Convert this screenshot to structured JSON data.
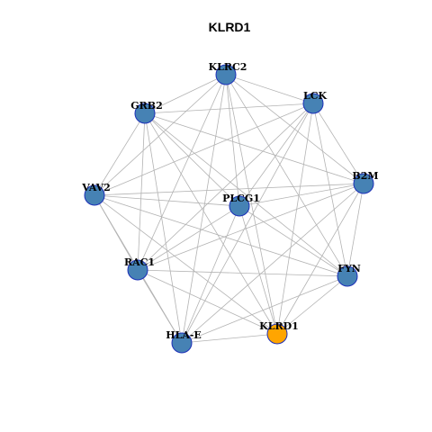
{
  "title": "KLRD1",
  "colors": {
    "default_node": "#4682b4",
    "highlight_node": "#ffa500",
    "node_border": "#1c2fb8",
    "edge": "#b3b3b3"
  },
  "nodes": [
    {
      "id": "KLRC2",
      "label": "KLRC2",
      "highlight": false
    },
    {
      "id": "LCK",
      "label": "LCK",
      "highlight": false
    },
    {
      "id": "GRB2",
      "label": "GRB2",
      "highlight": false
    },
    {
      "id": "B2M",
      "label": "B2M",
      "highlight": false
    },
    {
      "id": "VAV2",
      "label": "VAV2",
      "highlight": false
    },
    {
      "id": "PLCG1",
      "label": "PLCG1",
      "highlight": false
    },
    {
      "id": "RAC1",
      "label": "RAC1",
      "highlight": false
    },
    {
      "id": "FYN",
      "label": "FYN",
      "highlight": false
    },
    {
      "id": "KLRD1",
      "label": "KLRD1",
      "highlight": true
    },
    {
      "id": "HLA-E",
      "label": "HLA-E",
      "highlight": false
    }
  ],
  "edges": [
    [
      "KLRC2",
      "GRB2"
    ],
    [
      "KLRC2",
      "LCK"
    ],
    [
      "KLRC2",
      "B2M"
    ],
    [
      "KLRC2",
      "VAV2"
    ],
    [
      "KLRC2",
      "PLCG1"
    ],
    [
      "KLRC2",
      "RAC1"
    ],
    [
      "KLRC2",
      "FYN"
    ],
    [
      "KLRC2",
      "HLA-E"
    ],
    [
      "KLRC2",
      "KLRD1"
    ],
    [
      "LCK",
      "GRB2"
    ],
    [
      "LCK",
      "VAV2"
    ],
    [
      "LCK",
      "PLCG1"
    ],
    [
      "LCK",
      "RAC1"
    ],
    [
      "LCK",
      "HLA-E"
    ],
    [
      "LCK",
      "FYN"
    ],
    [
      "LCK",
      "KLRD1"
    ],
    [
      "LCK",
      "B2M"
    ],
    [
      "GRB2",
      "VAV2"
    ],
    [
      "GRB2",
      "PLCG1"
    ],
    [
      "GRB2",
      "B2M"
    ],
    [
      "GRB2",
      "FYN"
    ],
    [
      "GRB2",
      "RAC1"
    ],
    [
      "GRB2",
      "HLA-E"
    ],
    [
      "GRB2",
      "KLRD1"
    ],
    [
      "VAV2",
      "PLCG1"
    ],
    [
      "VAV2",
      "RAC1"
    ],
    [
      "VAV2",
      "HLA-E"
    ],
    [
      "VAV2",
      "B2M"
    ],
    [
      "VAV2",
      "FYN"
    ],
    [
      "VAV2",
      "KLRD1"
    ],
    [
      "B2M",
      "PLCG1"
    ],
    [
      "B2M",
      "HLA-E"
    ],
    [
      "B2M",
      "KLRD1"
    ],
    [
      "B2M",
      "RAC1"
    ],
    [
      "B2M",
      "FYN"
    ],
    [
      "PLCG1",
      "RAC1"
    ],
    [
      "PLCG1",
      "HLA-E"
    ],
    [
      "PLCG1",
      "KLRD1"
    ],
    [
      "PLCG1",
      "FYN"
    ],
    [
      "RAC1",
      "FYN"
    ],
    [
      "RAC1",
      "HLA-E"
    ],
    [
      "RAC1",
      "KLRD1"
    ],
    [
      "FYN",
      "HLA-E"
    ],
    [
      "FYN",
      "KLRD1"
    ],
    [
      "HLA-E",
      "KLRD1"
    ]
  ]
}
